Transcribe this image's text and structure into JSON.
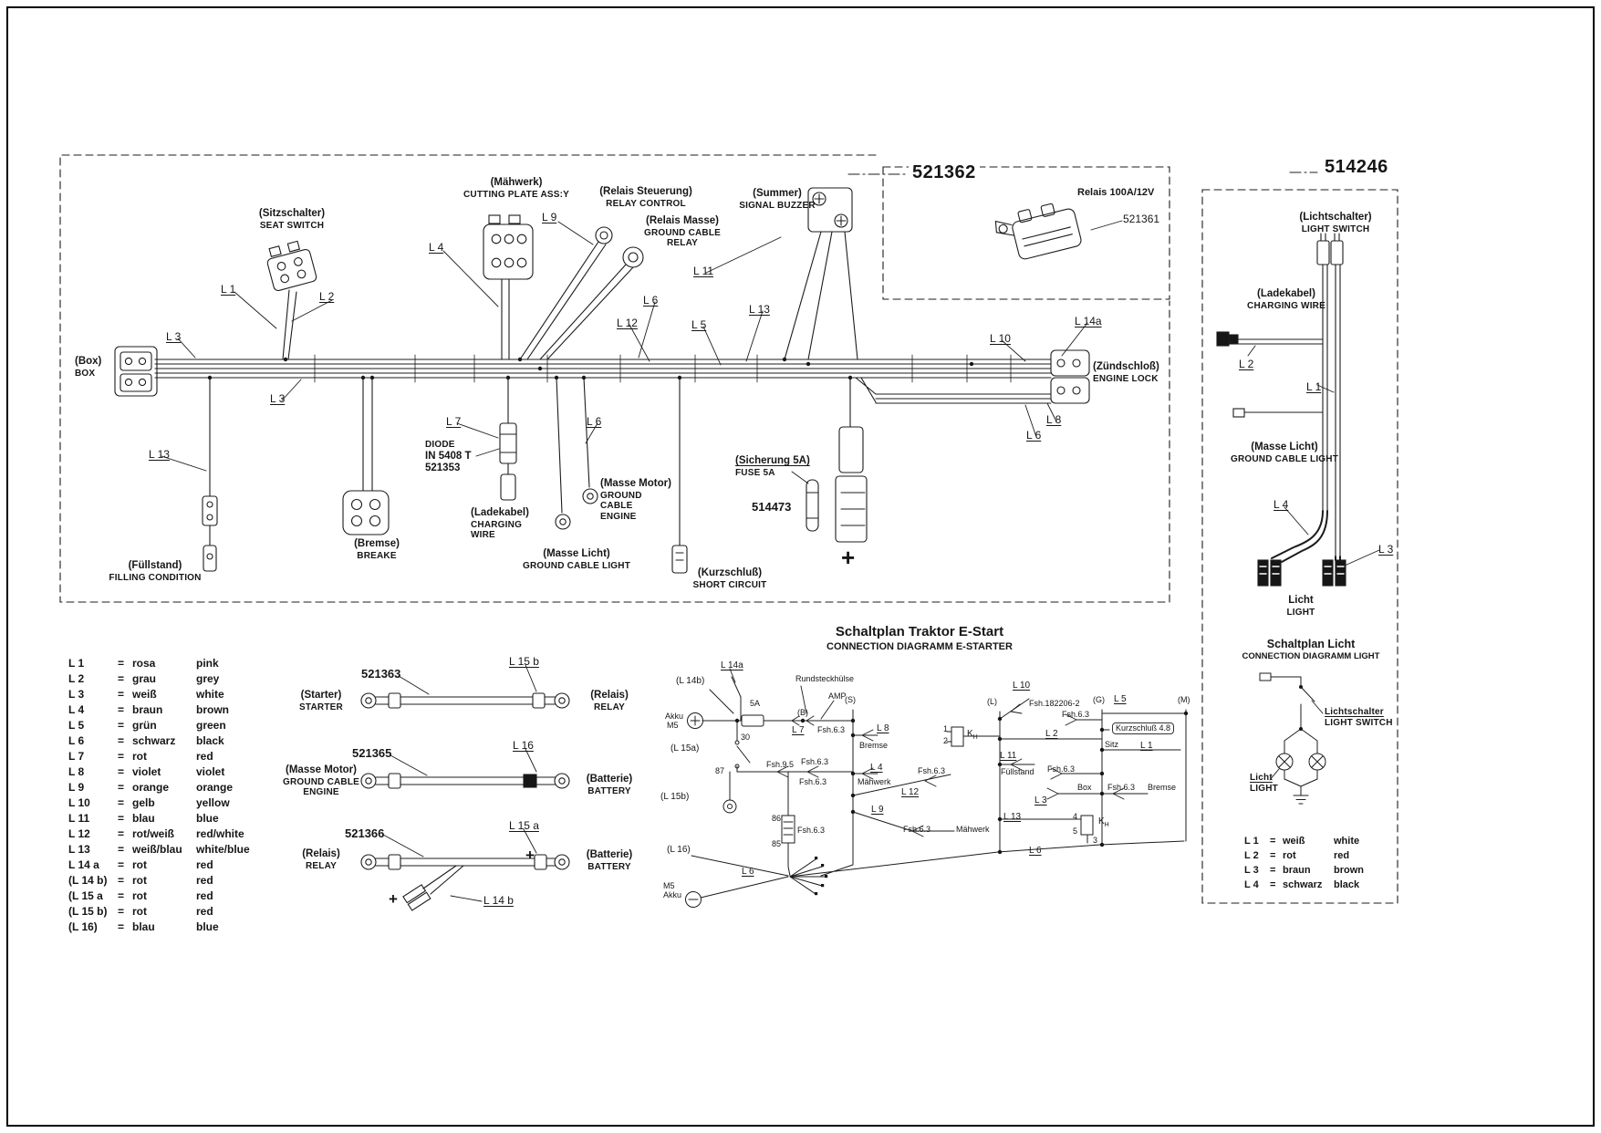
{
  "doc": {
    "harness_part": "521362",
    "relay_part": "521361",
    "relay_title": "Relais 100A/12V",
    "light_part": "514246",
    "fuse_part": "514473",
    "diode_part": "521353",
    "plus": "+"
  },
  "wires": {
    "l1": "L 1",
    "l2": "L 2",
    "l3": "L 3",
    "l4": "L 4",
    "l5": "L 5",
    "l6": "L 6",
    "l7": "L 7",
    "l8": "L 8",
    "l9": "L 9",
    "l10": "L 10",
    "l11": "L 11",
    "l12": "L 12",
    "l13": "L 13",
    "l14a": "L 14a",
    "l14b": "L 14 b",
    "l15a": "L 15 a",
    "l15b": "L 15 b",
    "l16": "L 16"
  },
  "harness": {
    "seat_switch": {
      "de": "(Sitzschalter)",
      "en": "SEAT SWITCH"
    },
    "cutting_plate": {
      "de": "(Mähwerk)",
      "en": "CUTTING PLATE ASS:Y"
    },
    "relay_control": {
      "de": "(Relais Steuerung)",
      "en": "RELAY CONTROL"
    },
    "relay_ground": {
      "de": "(Relais Masse)",
      "en1": "GROUND CABLE",
      "en2": "RELAY"
    },
    "buzzer": {
      "de": "(Summer)",
      "en": "SIGNAL BUZZER"
    },
    "box": {
      "de": "(Box)",
      "en": "BOX"
    },
    "engine_lock": {
      "de": "(Zündschloß)",
      "en": "ENGINE LOCK"
    },
    "filling": {
      "de": "(Füllstand)",
      "en": "FILLING CONDITION"
    },
    "brake": {
      "de": "(Bremse)",
      "en": "BREAKE"
    },
    "charging": {
      "de": "(Ladekabel)",
      "en1": "CHARGING",
      "en2": "WIRE"
    },
    "ground_light": {
      "de": "(Masse Licht)",
      "en": "GROUND CABLE LIGHT"
    },
    "ground_engine": {
      "de": "(Masse Motor)",
      "en1": "GROUND",
      "en2": "CABLE",
      "en3": "ENGINE"
    },
    "short_circuit": {
      "de": "(Kurzschluß)",
      "en": "SHORT CIRCUIT"
    },
    "fuse": {
      "de": "(Sicherung 5A)",
      "en": "FUSE 5A"
    },
    "diode": {
      "line1": "DIODE",
      "line2": "IN 5408 T"
    }
  },
  "legend": {
    "eq": "=",
    "rows": [
      {
        "c": "L 1",
        "de": "rosa",
        "en": "pink"
      },
      {
        "c": "L 2",
        "de": "grau",
        "en": "grey"
      },
      {
        "c": "L 3",
        "de": "weiß",
        "en": "white"
      },
      {
        "c": "L 4",
        "de": "braun",
        "en": "brown"
      },
      {
        "c": "L 5",
        "de": "grün",
        "en": "green"
      },
      {
        "c": "L 6",
        "de": "schwarz",
        "en": "black"
      },
      {
        "c": "L 7",
        "de": "rot",
        "en": "red"
      },
      {
        "c": "L 8",
        "de": "violet",
        "en": "violet"
      },
      {
        "c": "L 9",
        "de": "orange",
        "en": "orange"
      },
      {
        "c": "L 10",
        "de": "gelb",
        "en": "yellow"
      },
      {
        "c": "L 11",
        "de": "blau",
        "en": "blue"
      },
      {
        "c": "L 12",
        "de": "rot/weiß",
        "en": "red/white"
      },
      {
        "c": "L 13",
        "de": "weiß/blau",
        "en": "white/blue"
      },
      {
        "c": "L 14 a",
        "de": "rot",
        "en": "red"
      },
      {
        "c": "(L 14 b)",
        "de": "rot",
        "en": "red"
      },
      {
        "c": "(L 15 a",
        "de": "rot",
        "en": "red"
      },
      {
        "c": "(L 15 b)",
        "de": "rot",
        "en": "red"
      },
      {
        "c": "(L 16)",
        "de": "blau",
        "en": "blue"
      }
    ]
  },
  "cables": {
    "c1": {
      "part": "521363",
      "wire": "L 15 b",
      "from_de": "(Starter)",
      "from_en": "STARTER",
      "to_de": "(Relais)",
      "to_en": "RELAY"
    },
    "c2": {
      "part": "521365",
      "wire": "L 16",
      "from_de": "(Masse Motor)",
      "from_en1": "GROUND CABLE",
      "from_en2": "ENGINE",
      "to_de": "(Batterie)",
      "to_en": "BATTERY"
    },
    "c3": {
      "part": "521366",
      "wire": "L 15 a",
      "branch": "L 14 b",
      "from_de": "(Relais)",
      "from_en": "RELAY",
      "to_de": "(Batterie)",
      "to_en": "BATTERY"
    }
  },
  "estart": {
    "title_de": "Schaltplan Traktor E-Start",
    "title_en": "CONNECTION DIAGRAMM E-STARTER",
    "labels": {
      "l14a": "L 14a",
      "l14b": "(L 14b)",
      "l15a": "(L 15a)",
      "l15b": "(L 15b)",
      "l16": "(L 16)",
      "rund": "Rundsteckhülse",
      "amp": "AMP",
      "a5": "5A",
      "akku": "Akku",
      "m5": "M5",
      "b": "(B)",
      "s": "(S)",
      "l": "(L)",
      "g": "(G)",
      "m": "(M)",
      "fsh63": "Fsh.6.3",
      "fsh95": "Fsh.9.5",
      "fsh182": "Fsh.182206-2",
      "bremse": "Bremse",
      "maehwerk": "Mähwerk",
      "fuellstand": "Füllstand",
      "box": "Box",
      "sitz": "Sitz",
      "kurz": "Kurzschluß 4.8",
      "k": "K",
      "h": "H",
      "n30": "30",
      "n87": "87",
      "n86": "86",
      "n85": "85",
      "n1": "1",
      "n2": "2",
      "n3": "3",
      "n4": "4",
      "n5": "5",
      "l1": "L 1",
      "l2": "L 2",
      "l3": "L 3",
      "l4": "L 4",
      "l5": "L 5",
      "l6": "L 6",
      "l7": "L 7",
      "l8": "L 8",
      "l9": "L 9",
      "l10": "L 10",
      "l11": "L 11",
      "l12": "L 12",
      "l13": "L 13"
    }
  },
  "lightbox": {
    "light_switch": {
      "de": "(Lichtschalter)",
      "en": "LIGHT SWITCH"
    },
    "charging": {
      "de": "(Ladekabel)",
      "en": "CHARGING WIRE"
    },
    "ground_light": {
      "de": "(Masse Licht)",
      "en": "GROUND CABLE LIGHT"
    },
    "light": {
      "de": "Licht",
      "en": "LIGHT"
    },
    "schematic": {
      "title_de": "Schaltplan Licht",
      "title_en": "CONNECTION DIAGRAMM LIGHT",
      "switch_de": "Lichtschalter",
      "switch_en": "LIGHT SWITCH",
      "light_de": "Licht",
      "light_en": "LIGHT"
    },
    "legend": {
      "eq": "=",
      "rows": [
        {
          "c": "L 1",
          "de": "weiß",
          "en": "white"
        },
        {
          "c": "L 2",
          "de": "rot",
          "en": "red"
        },
        {
          "c": "L 3",
          "de": "braun",
          "en": "brown"
        },
        {
          "c": "L 4",
          "de": "schwarz",
          "en": "black"
        }
      ]
    }
  }
}
